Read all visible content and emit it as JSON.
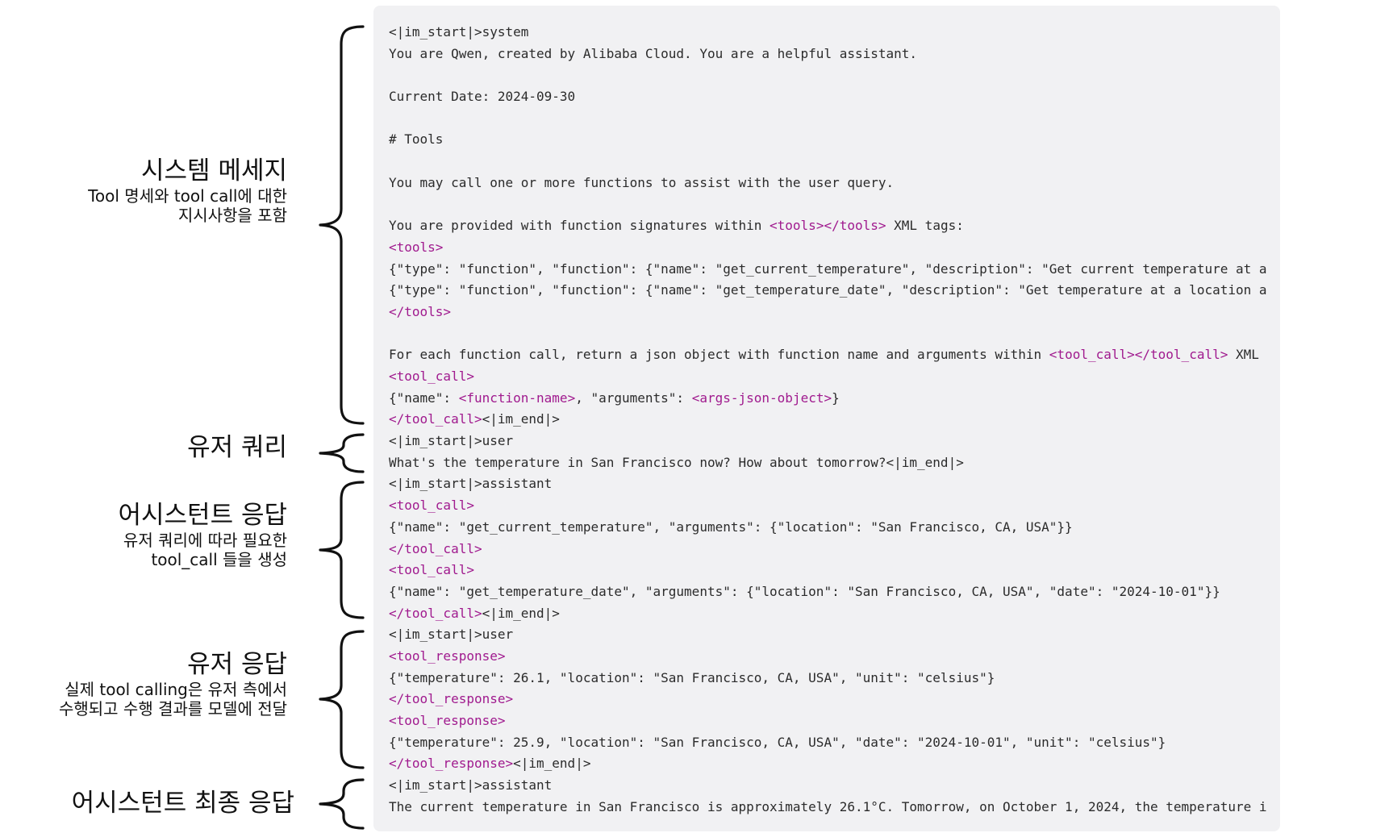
{
  "sections": [
    {
      "id": "system",
      "title": "시스템 메세지",
      "description": [
        "Tool 명세와 tool call에 대한",
        "지시사항을 포함"
      ]
    },
    {
      "id": "user-query",
      "title": "유저 쿼리",
      "description": []
    },
    {
      "id": "assistant-reply",
      "title": "어시스턴트 응답",
      "description": [
        "유저 쿼리에 따라 필요한",
        "tool_call 들을 생성"
      ]
    },
    {
      "id": "user-reply",
      "title": "유저 응답",
      "description": [
        "실제 tool calling은 유저 측에서",
        "수행되고 수행 결과를 모델에 전달"
      ]
    },
    {
      "id": "assistant-final",
      "title": "어시스턴트 최종 응답",
      "description": []
    }
  ],
  "code": {
    "lines": [
      [
        {
          "text": "<|im_start|>system"
        }
      ],
      [
        {
          "text": "You are Qwen, created by Alibaba Cloud. You are a helpful assistant."
        }
      ],
      [
        {
          "text": ""
        }
      ],
      [
        {
          "text": "Current Date: 2024-09-30"
        }
      ],
      [
        {
          "text": ""
        }
      ],
      [
        {
          "text": "# Tools"
        }
      ],
      [
        {
          "text": ""
        }
      ],
      [
        {
          "text": "You may call one or more functions to assist with the user query."
        }
      ],
      [
        {
          "text": ""
        }
      ],
      [
        {
          "text": "You are provided with function signatures within "
        },
        {
          "text": "<tools></tools>",
          "tag": true
        },
        {
          "text": " XML tags:"
        }
      ],
      [
        {
          "text": "<tools>",
          "tag": true
        }
      ],
      [
        {
          "text": "{\"type\": \"function\", \"function\": {\"name\": \"get_current_temperature\", \"description\": \"Get current temperature at a"
        }
      ],
      [
        {
          "text": "{\"type\": \"function\", \"function\": {\"name\": \"get_temperature_date\", \"description\": \"Get temperature at a location a"
        }
      ],
      [
        {
          "text": "</tools>",
          "tag": true
        }
      ],
      [
        {
          "text": ""
        }
      ],
      [
        {
          "text": "For each function call, return a json object with function name and arguments within "
        },
        {
          "text": "<tool_call></tool_call>",
          "tag": true
        },
        {
          "text": " XML"
        }
      ],
      [
        {
          "text": "<tool_call>",
          "tag": true
        }
      ],
      [
        {
          "text": "{\"name\": "
        },
        {
          "text": "<function-name>",
          "tag": true
        },
        {
          "text": ", \"arguments\": "
        },
        {
          "text": "<args-json-object>",
          "tag": true
        },
        {
          "text": "}"
        }
      ],
      [
        {
          "text": "</tool_call>",
          "tag": true
        },
        {
          "text": "<|im_end|>"
        }
      ],
      [
        {
          "text": "<|im_start|>user"
        }
      ],
      [
        {
          "text": "What's the temperature in San Francisco now? How about tomorrow?<|im_end|>"
        }
      ],
      [
        {
          "text": "<|im_start|>assistant"
        }
      ],
      [
        {
          "text": "<tool_call>",
          "tag": true
        }
      ],
      [
        {
          "text": "{\"name\": \"get_current_temperature\", \"arguments\": {\"location\": \"San Francisco, CA, USA\"}}"
        }
      ],
      [
        {
          "text": "</tool_call>",
          "tag": true
        }
      ],
      [
        {
          "text": "<tool_call>",
          "tag": true
        }
      ],
      [
        {
          "text": "{\"name\": \"get_temperature_date\", \"arguments\": {\"location\": \"San Francisco, CA, USA\", \"date\": \"2024-10-01\"}}"
        }
      ],
      [
        {
          "text": "</tool_call>",
          "tag": true
        },
        {
          "text": "<|im_end|>"
        }
      ],
      [
        {
          "text": "<|im_start|>user"
        }
      ],
      [
        {
          "text": "<tool_response>",
          "tag": true
        }
      ],
      [
        {
          "text": "{\"temperature\": 26.1, \"location\": \"San Francisco, CA, USA\", \"unit\": \"celsius\"}"
        }
      ],
      [
        {
          "text": "</tool_response>",
          "tag": true
        }
      ],
      [
        {
          "text": "<tool_response>",
          "tag": true
        }
      ],
      [
        {
          "text": "{\"temperature\": 25.9, \"location\": \"San Francisco, CA, USA\", \"date\": \"2024-10-01\", \"unit\": \"celsius\"}"
        }
      ],
      [
        {
          "text": "</tool_response>",
          "tag": true
        },
        {
          "text": "<|im_end|>"
        }
      ],
      [
        {
          "text": "<|im_start|>assistant"
        }
      ],
      [
        {
          "text": "The current temperature in San Francisco is approximately 26.1°C. Tomorrow, on October 1, 2024, the temperature i"
        }
      ]
    ]
  },
  "colors": {
    "panel_background": "#f1f1f3",
    "code_text": "#2b2b2b",
    "tag_text": "#a01a8e",
    "label_text": "#111111"
  }
}
